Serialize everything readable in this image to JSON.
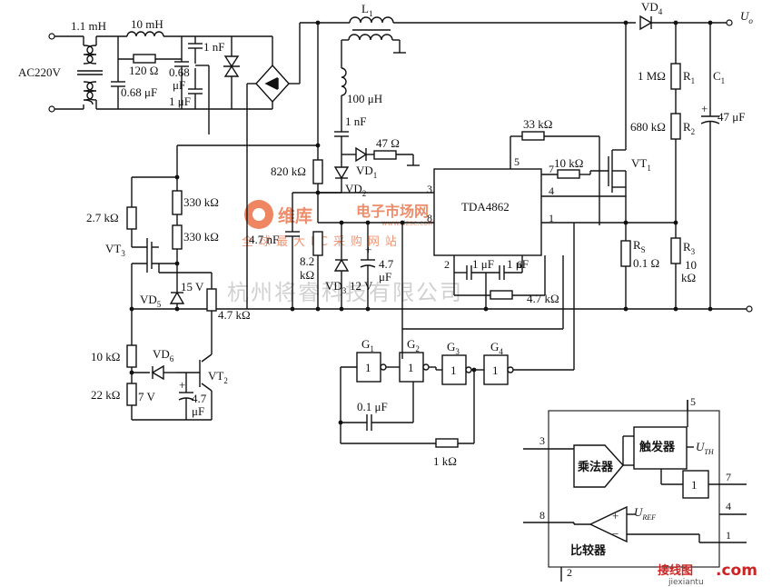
{
  "labels": {
    "ac_source": "AC220V",
    "l_in1": "1.1 mH",
    "l_in2": "10 mH",
    "r_120": "120 Ω",
    "c_068a": "0.68 μF",
    "c_068b_top": "0.68",
    "c_068b_bot": "μF",
    "c_1nf_top": "1 nF",
    "c_1uf_in": "1 μF",
    "l1": "L",
    "l1_sub": "1",
    "l_100uh": "100 μH",
    "c_1nf_mid": "1 nF",
    "r_47": "47 Ω",
    "r_820k": "820 kΩ",
    "vd1": "VD",
    "vd1_sub": "1",
    "vd2": "VD",
    "vd2_sub": "2",
    "r_33k": "33 kΩ",
    "r_10k_g": "10 kΩ",
    "vt1": "VT",
    "vt1_sub": "1",
    "vd4": "VD",
    "vd4_sub": "4",
    "uo": "U",
    "uo_sub": "o",
    "r1_val": "1 MΩ",
    "r1": "R",
    "r1_sub": "1",
    "r2_val": "680 kΩ",
    "r2": "R",
    "r2_sub": "2",
    "c1": "C",
    "c1_sub": "1",
    "c1_val": "47 μF",
    "ic_name": "TDA4862",
    "r_27k": "2.7 kΩ",
    "r_330k_a": "330 kΩ",
    "r_330k_b": "330 kΩ",
    "c_47nf": "4.7 nF",
    "r_82k_top": "8.2",
    "r_82k_bot": "kΩ",
    "vd3": "VD",
    "vd3_sub": "3",
    "v_12": "12 V",
    "c_47uf_top": "4.7",
    "c_47uf_bot": "μF",
    "c_1uf_a": "1 μF",
    "c_1uf_b": "1 μF",
    "r_47k_ic": "4.7 kΩ",
    "rs": "R",
    "rs_sub": "S",
    "rs_val": "0.1 Ω",
    "r3": "R",
    "r3_sub": "3",
    "r3_val_a": "10",
    "r3_val_b": "kΩ",
    "vt3": "VT",
    "vt3_sub": "3",
    "vd5": "VD",
    "vd5_sub": "5",
    "v_15": "15 V",
    "r_47k_b": "4.7 kΩ",
    "vd6": "VD",
    "vd6_sub": "6",
    "r_10k": "10 kΩ",
    "r_22k": "22 kΩ",
    "v_7": "7 V",
    "vt2": "VT",
    "vt2_sub": "2",
    "c_47uf_b_top": "4.7",
    "c_47uf_b_bot": "μF",
    "g1": "G",
    "g1_sub": "1",
    "g2": "G",
    "g2_sub": "2",
    "g3": "G",
    "g3_sub": "3",
    "g4": "G",
    "g4_sub": "4",
    "gate_one": "1",
    "c_01uf": "0.1 μF",
    "r_1k": "1 kΩ",
    "multiplier": "乘法器",
    "trigger": "触发器",
    "comparator": "比较器",
    "uth": "U",
    "uth_sub": "TH",
    "uref": "U",
    "uref_sub": "REF",
    "plus": "+",
    "minus": "−",
    "pins": {
      "p1": "1",
      "p2": "2",
      "p3": "3",
      "p4": "4",
      "p5": "5",
      "p6": "6",
      "p7": "7",
      "p8": "8"
    }
  },
  "watermarks": {
    "logo_cn": "维库",
    "logo_site": "电子市场网",
    "logo_url": "www.dzsc.com",
    "logo_slogan": "全球最大IC采购网站",
    "company": "杭州将睿科技有限公司",
    "corner_cn": "接线图",
    "corner_com": ".com",
    "corner_url": "jiexiantu"
  },
  "colors": {
    "line": "#111111",
    "watermark_orange": "#e8683a",
    "watermark_gray": "#999999",
    "corner_red": "#cc2222"
  }
}
